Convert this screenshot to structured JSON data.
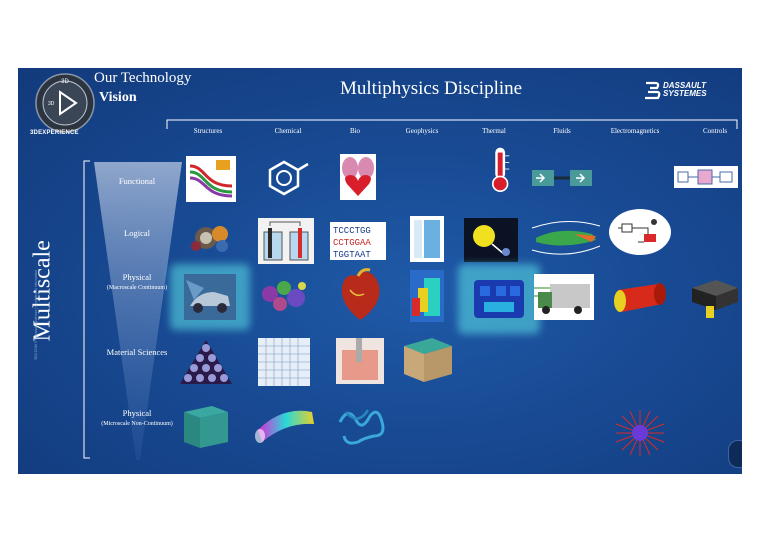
{
  "header": {
    "title_line1": "Our Technology",
    "title_line2": "Vision",
    "brand": "3DEXPERIENCE",
    "logo_label": "3D",
    "discipline_title": "Multiphysics Discipline",
    "company_line1": "DASSAULT",
    "company_line2": "SYSTEMES"
  },
  "columns": [
    "Structures",
    "Chemical",
    "Bio",
    "Geophysics",
    "Thermal",
    "Fluids",
    "Electromagnetics",
    "Controls"
  ],
  "axis_label": "Multiscale",
  "watermark": "3DS.COM © Dassault Systèmes | Confidential Information",
  "rows": [
    {
      "label": "Functional",
      "sub": ""
    },
    {
      "label": "Logical",
      "sub": ""
    },
    {
      "label": "Physical",
      "sub": "(Macroscale Continuum)"
    },
    {
      "label": "Material Sciences",
      "sub": ""
    },
    {
      "label": "Physical",
      "sub": "(Microscale Non-Continuum)"
    }
  ],
  "dna": [
    "TCCCTGG",
    "CCTGGAA",
    "TGGTAAT"
  ],
  "colors": {
    "accent": "#5de0e6",
    "background": "#184a93",
    "text": "#ffffff"
  }
}
